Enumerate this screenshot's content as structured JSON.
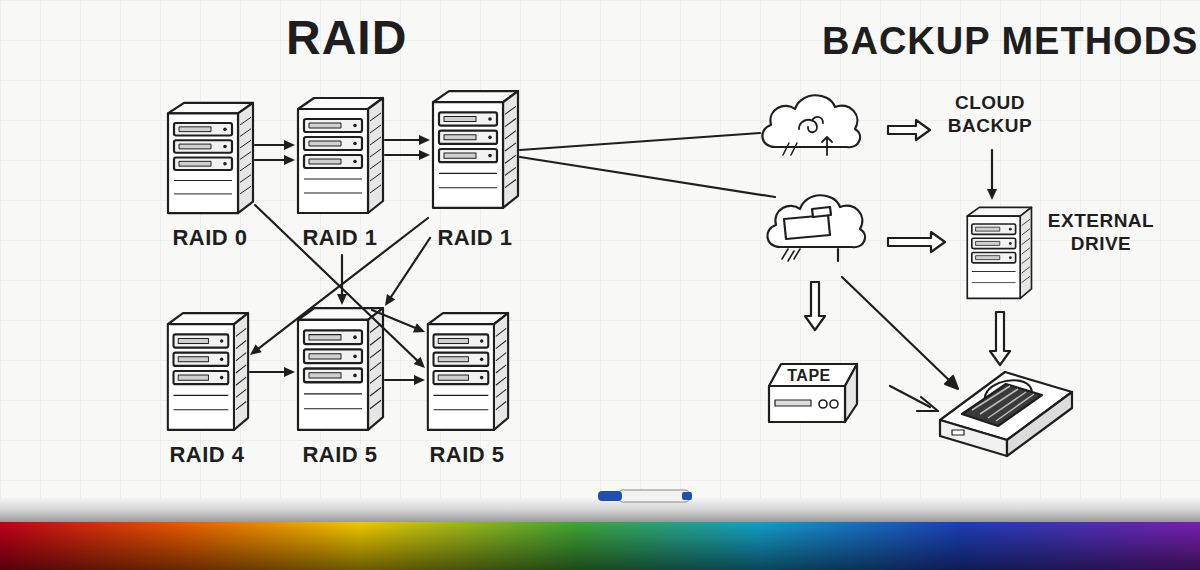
{
  "diagram": {
    "title": "RAID",
    "nodes": [
      {
        "text": [
          "RAID 0"
        ]
      },
      {
        "text": [
          "RAID 1"
        ]
      },
      {
        "text": [
          "RAID 1"
        ]
      },
      {
        "text": [
          "RAID 4"
        ]
      },
      {
        "text": [
          "RAID 5"
        ]
      },
      {
        "text": [
          "RAID 5"
        ]
      },
      {
        "text": [
          "CLOUD BACKUP"
        ]
      },
      {
        "text": [
          "EXTERNAL DRIVE"
        ]
      },
      {
        "text": [
          "TAPE"
        ]
      }
    ],
    "edges": [
      {
        "from": 0,
        "to": 1,
        "arrow": "to"
      },
      {
        "from": 0,
        "to": 1,
        "arrow": "to"
      },
      {
        "from": 1,
        "to": 2,
        "arrow": "to"
      },
      {
        "from": 1,
        "to": 2,
        "arrow": "to"
      },
      {
        "from": 0,
        "to": 5,
        "arrow": "to"
      },
      {
        "from": 1,
        "to": 4,
        "arrow": "to"
      },
      {
        "from": 2,
        "to": 3,
        "arrow": "to"
      },
      {
        "from": 2,
        "to": 4,
        "arrow": "to"
      },
      {
        "from": 3,
        "to": 4,
        "arrow": "to"
      },
      {
        "from": 4,
        "to": 5,
        "arrow": "to"
      },
      {
        "from": 4,
        "to": 5,
        "arrow": "to"
      },
      {
        "from": 2,
        "to": 6,
        "arrow": "none"
      },
      {
        "from": 6,
        "to": 7,
        "arrow": "to"
      }
    ],
    "labels": [
      "BACKUP METHODS"
    ]
  }
}
